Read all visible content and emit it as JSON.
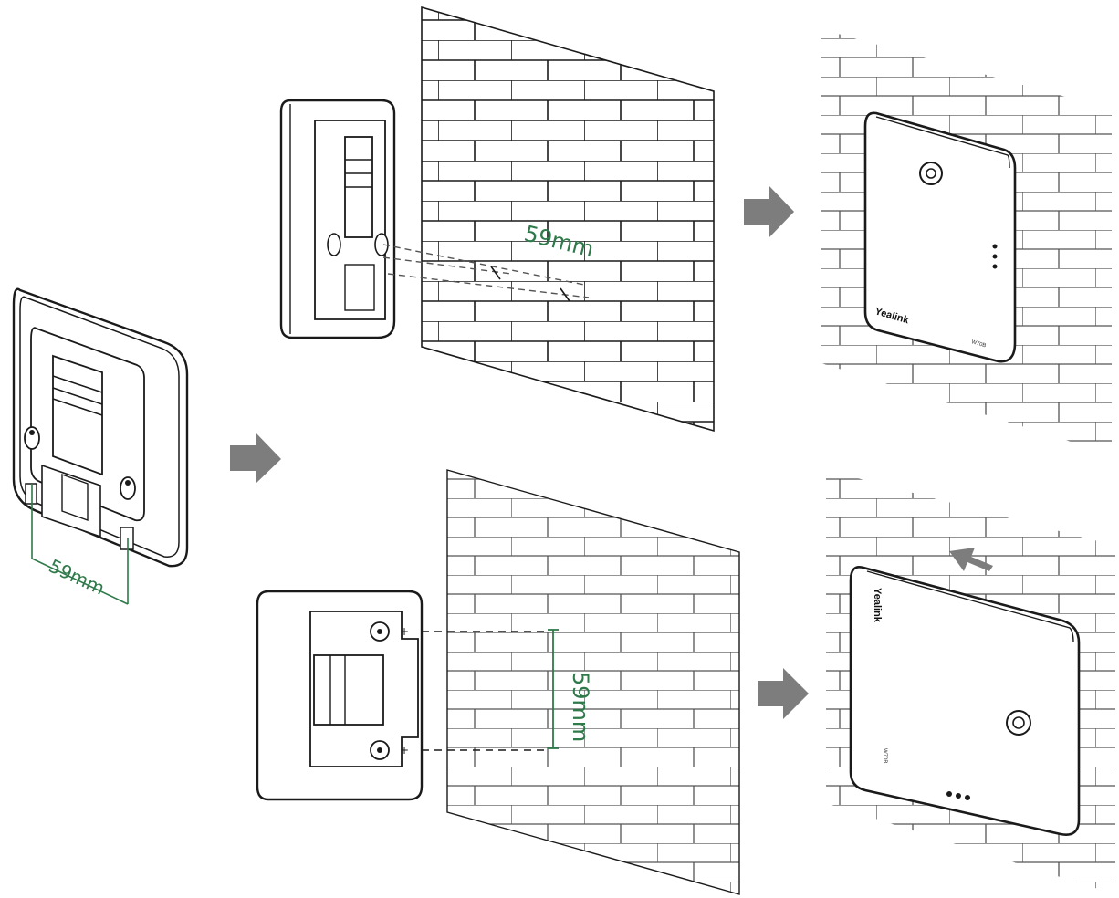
{
  "annotations": {
    "dimension_left": "59mm",
    "dimension_top": "59mm",
    "dimension_bottom": "59mm"
  },
  "brand": {
    "logo_text": "Yealink",
    "model_text": "W70B"
  },
  "colors": {
    "dimension_line": "#2f7a4a",
    "arrow": "#7d7d7d",
    "line_art": "#1a1a1a"
  },
  "steps": {
    "labels": []
  }
}
